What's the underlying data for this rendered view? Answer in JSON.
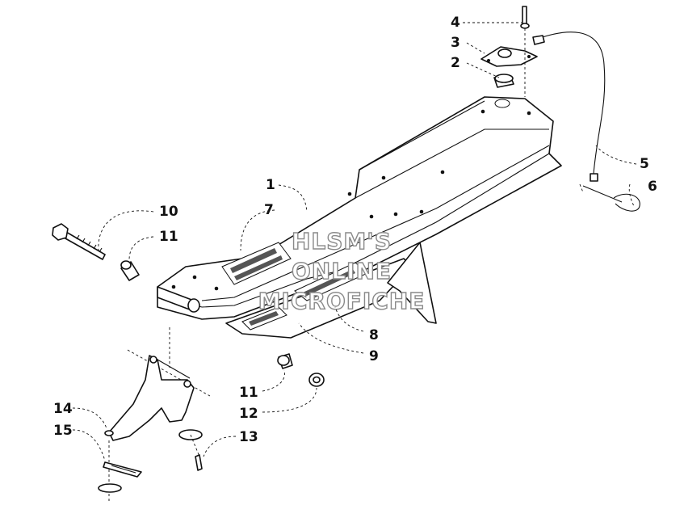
{
  "callouts": {
    "c1": "1",
    "c2": "2",
    "c3": "3",
    "c4": "4",
    "c5": "5",
    "c6": "6",
    "c7": "7",
    "c8": "8",
    "c9": "9",
    "c10": "10",
    "c11a": "11",
    "c11b": "11",
    "c12": "12",
    "c13": "13",
    "c14": "14",
    "c15": "15"
  },
  "watermark": {
    "line1": "HLSM'S",
    "line2": "ONLINE",
    "line3": "MICROFICHE"
  }
}
